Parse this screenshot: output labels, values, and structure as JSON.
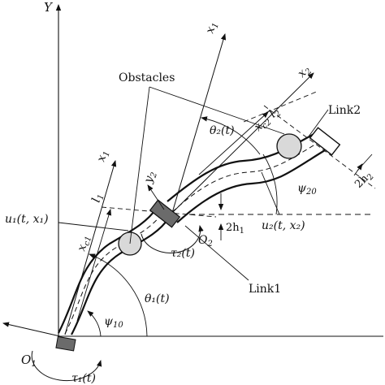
{
  "labels": {
    "Y": "Y",
    "x1_top": "x",
    "x1_top_sub": "1",
    "x2": "x",
    "x2_sub": "2",
    "x1_left": "x",
    "x1_left_sub": "1",
    "obstacles": "Obstacles",
    "link2": "Link2",
    "link1": "Link1",
    "theta2": "θ₂(t)",
    "theta1": "θ₁(t)",
    "xc2": "x",
    "xc2_sub": "c2",
    "l2": "l",
    "l2_sub": "2",
    "l1": "l",
    "l1_sub": "1",
    "xc1": "x",
    "xc1_sub": "c1",
    "y2": "y",
    "y2_sub": "2",
    "psi20": "ψ",
    "psi20_sub": "20",
    "psi10": "ψ",
    "psi10_sub": "10",
    "two_h2": "2h",
    "two_h2_sub": "2",
    "two_h1": "2h",
    "two_h1_sub": "1",
    "u2": "u₂(t, x₂)",
    "u1": "u₁(t, x₁)",
    "O2": "O",
    "O2_sub": "2",
    "O1": "O",
    "O1_sub": "1",
    "tau2": "τ₂(t)",
    "tau1": "τ₁(t)"
  },
  "colors": {
    "ink": "#111111",
    "hub_fill": "#6b6b6b",
    "obstacle_fill": "#d9d9d9"
  }
}
